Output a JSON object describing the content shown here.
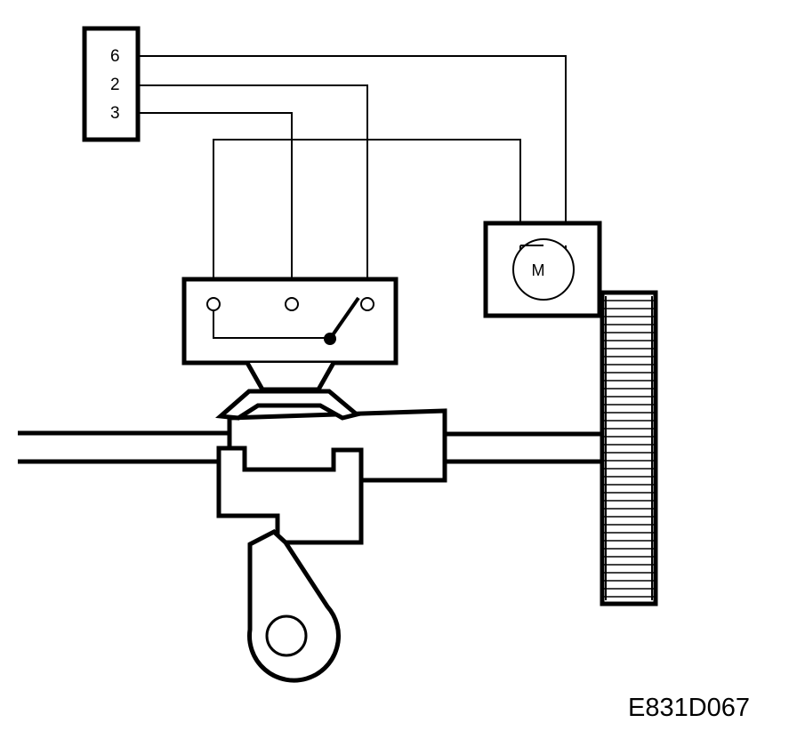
{
  "connector": {
    "pins": [
      "6",
      "2",
      "3"
    ]
  },
  "motor": {
    "label": "M"
  },
  "reference_code": "E831D067"
}
